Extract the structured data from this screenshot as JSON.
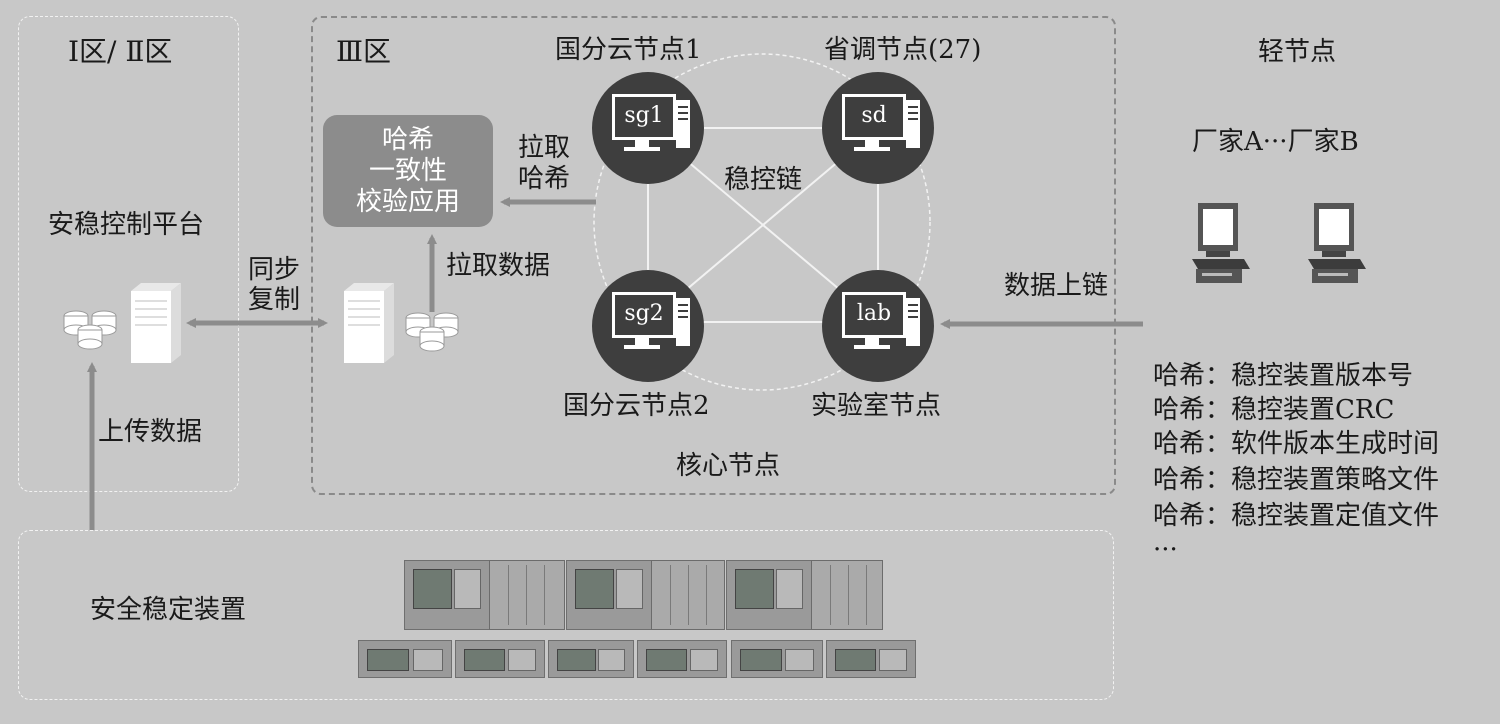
{
  "regions": {
    "zone12_title": "Ⅰ区/ Ⅱ区",
    "zone3_title": "Ⅲ区",
    "light_title": "轻节点",
    "core_label": "核心节点"
  },
  "platform": {
    "label": "安稳控制平台"
  },
  "sync": {
    "line1": "同步",
    "line2": "复制"
  },
  "upload": {
    "label": "上传数据"
  },
  "app": {
    "line1": "哈希",
    "line2": "一致性",
    "line3": "校验应用"
  },
  "pull_hash": {
    "line1": "拉取",
    "line2": "哈希"
  },
  "pull_data": {
    "label": "拉取数据"
  },
  "chain_label": "稳控链",
  "nodes": {
    "sg1": {
      "screen": "sg1",
      "label": "国分云节点1"
    },
    "sd": {
      "screen": "sd",
      "label": "省调节点(27)"
    },
    "sg2": {
      "screen": "sg2",
      "label": "国分云节点2"
    },
    "lab": {
      "screen": "lab",
      "label": "实验室节点"
    }
  },
  "vendors": "厂家A···厂家B",
  "data_up": "数据上链",
  "hash_items": [
    "哈希：稳控装置版本号",
    "哈希：稳控装置CRC",
    "哈希：软件版本生成时间",
    "哈希：稳控装置策略文件",
    "哈希：稳控装置定值文件",
    "···"
  ],
  "device_label": "安全稳定装置",
  "colors": {
    "background": "#c8c8c8",
    "node": "#3e3e3e",
    "arrow": "#8c8c8c",
    "app_box": "#8c8c8c"
  }
}
